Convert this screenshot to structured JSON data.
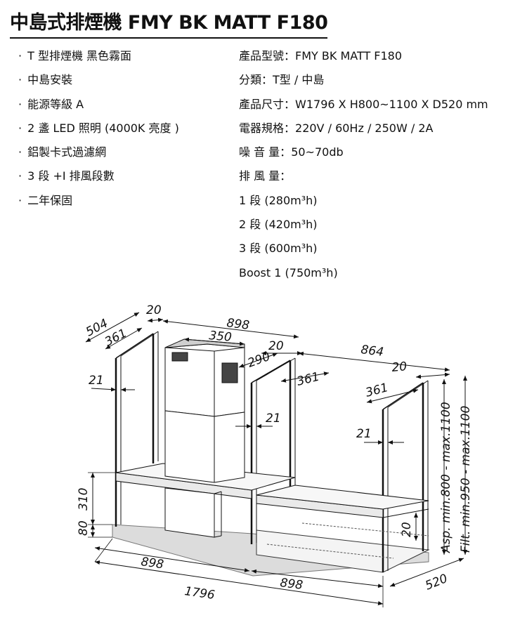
{
  "title": "中島式排煙機 FMY BK MATT F180",
  "features": [
    "T 型排煙機 黑色霧面",
    "中島安裝",
    "能源等級 A",
    "2 盞 LED 照明 (4000K 亮度 )",
    "鋁製卡式過濾網",
    "3 段 +I 排風段數",
    "二年保固"
  ],
  "specs": [
    {
      "label": "產品型號：",
      "value": "FMY BK MATT F180"
    },
    {
      "label": "分類：",
      "value": "T型 / 中島"
    },
    {
      "label": "產品尺寸：",
      "value": "W1796 X H800~1100  X D520 mm"
    },
    {
      "label": "電器規格：",
      "value": "220V / 60Hz  / 250W / 2A"
    },
    {
      "label": "噪 音 量：",
      "value": "50~70db"
    },
    {
      "label": "排 風 量：",
      "value": ""
    },
    {
      "label": "",
      "value": "1 段 (280m³h)"
    },
    {
      "label": "",
      "value": "2 段 (420m³h)"
    },
    {
      "label": "",
      "value": "3 段 (600m³h)"
    },
    {
      "label": "",
      "value": "Boost 1 (750m³h)"
    }
  ],
  "dimensions": {
    "d504": "504",
    "d361_left": "361",
    "d20_top": "20",
    "d898_top": "898",
    "d350": "350",
    "d290": "290",
    "d20_mid": "20",
    "d361_mid": "361",
    "d864": "864",
    "d20_right": "20",
    "d361_right": "361",
    "d21_left": "21",
    "d21_mid": "21",
    "d21_right": "21",
    "d310": "310",
    "d80": "80",
    "d20_small": "20",
    "asp": "Asp. min.800 - max.1100",
    "filt": "Filt. min.950 - max.1100",
    "d898_bottom_left": "898",
    "d898_bottom_right": "898",
    "d1796": "1796",
    "d520": "520"
  }
}
